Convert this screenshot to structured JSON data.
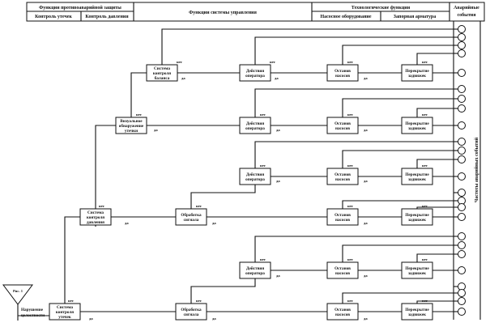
{
  "header": {
    "col1_top": "Функции противоаварийной защиты",
    "col1_sub_a": "Контроль утечек",
    "col1_sub_b": "Контроль давления",
    "col2": "Функции системы управления",
    "col3_top": "Технологические функции",
    "col3_sub_a": "Насосное оборудование",
    "col3_sub_b": "Запорная арматура",
    "col4": "Аварийные события"
  },
  "side_label": "Частоты аварийных событий",
  "start": {
    "triangle_label": "Рис. 1",
    "event_line1": "Нарушение",
    "event_line2": "целостности"
  },
  "labels": {
    "yes": "да",
    "no": "нет"
  },
  "boxes": {
    "leak_control": [
      "Система",
      "контроля",
      "утечек"
    ],
    "pressure_control": [
      "Система",
      "контроля",
      "давления"
    ],
    "visual_detection": [
      "Визуальное",
      "обнаружение",
      "утечки"
    ],
    "balance_control": [
      "Система",
      "контроля",
      "баланса"
    ],
    "operator": [
      "Действия",
      "оператора"
    ],
    "signal": [
      "Обработка",
      "сигнала"
    ],
    "pump_stop": [
      "Останов",
      "насосов"
    ],
    "valve_close": [
      "Перекрытие",
      "задвижек"
    ]
  }
}
